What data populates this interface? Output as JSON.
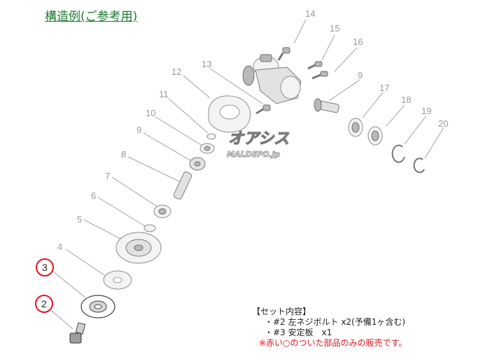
{
  "title": "構造例(ご参考用)",
  "watermark": {
    "brand": "オアシス",
    "site": "MALDEPO.jp"
  },
  "parts": [
    "14",
    "15",
    "16",
    "9",
    "17",
    "18",
    "19",
    "20",
    "12",
    "13",
    "11",
    "10",
    "9",
    "8",
    "7",
    "6",
    "5",
    "4",
    "3",
    "2"
  ],
  "highlighted_parts": [
    "3",
    "2"
  ],
  "highlight_color": "#e0141e",
  "set_contents": {
    "heading": "【セット内容】",
    "items": [
      "・#2 左ネジボルト x2(予備1ヶ含む)",
      "・#3 安定板　x1"
    ],
    "note": "※赤い○のついた部品のみの販売です。"
  }
}
